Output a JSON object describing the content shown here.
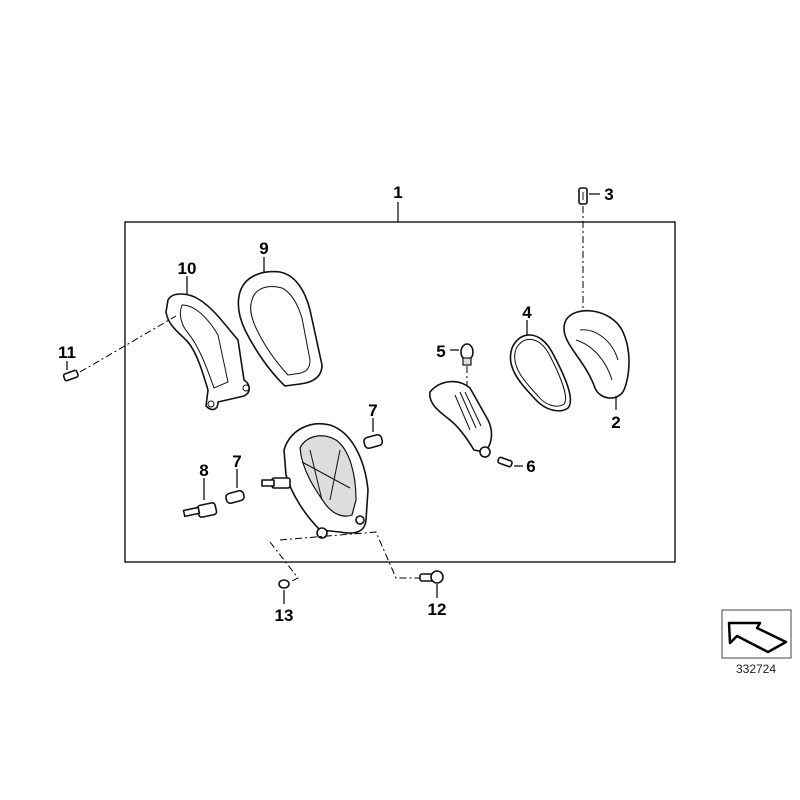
{
  "diagram": {
    "callouts": {
      "p1": "1",
      "p2": "2",
      "p3": "3",
      "p4": "4",
      "p5": "5",
      "p6": "6",
      "p7a": "7",
      "p7b": "7",
      "p8": "8",
      "p9": "9",
      "p10": "10",
      "p11": "11",
      "p12": "12",
      "p13": "13"
    },
    "catalog_number": "332724",
    "icon": "direction-arrow-icon"
  }
}
